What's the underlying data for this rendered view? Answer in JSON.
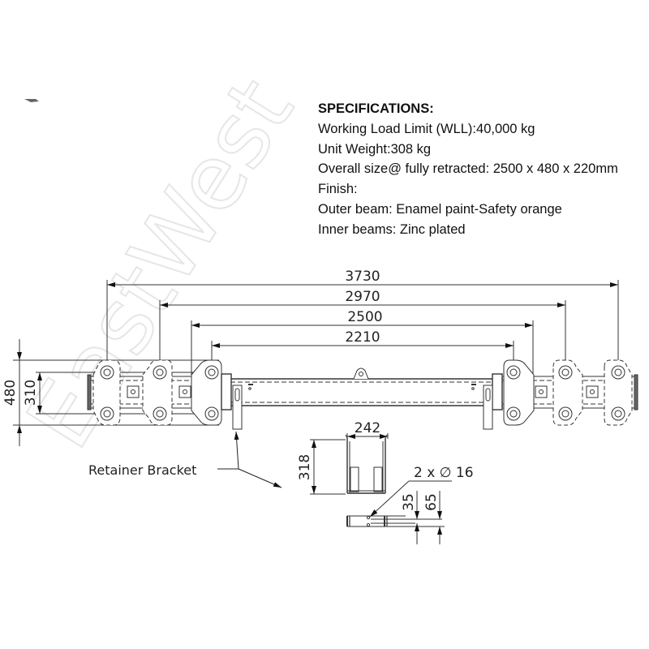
{
  "specifications": {
    "title": "SPECIFICATIONS:",
    "lines": [
      "Working Load Limit (WLL):40,000 kg",
      "Unit Weight:308 kg",
      "Overall size@ fully retracted: 2500 x 480 x 220mm",
      "Finish:",
      "Outer beam: Enamel paint-Safety orange",
      "Inner beams: Zinc plated"
    ]
  },
  "watermark": "EastWest",
  "drawing": {
    "horizontal_dims": [
      "3730",
      "2970",
      "2500",
      "2210"
    ],
    "vertical_dims": [
      "480",
      "310"
    ],
    "callout_label": "Retainer Bracket",
    "bracket_detail": {
      "width": "242",
      "height": "318"
    },
    "pin_detail": {
      "holes": "2 x ∅ 16",
      "dim_a": "35",
      "dim_b": "65"
    }
  },
  "colors": {
    "line": "#222222",
    "dim_line": "#333333",
    "hidden": "#555555",
    "watermark": "#e6e6e6"
  }
}
